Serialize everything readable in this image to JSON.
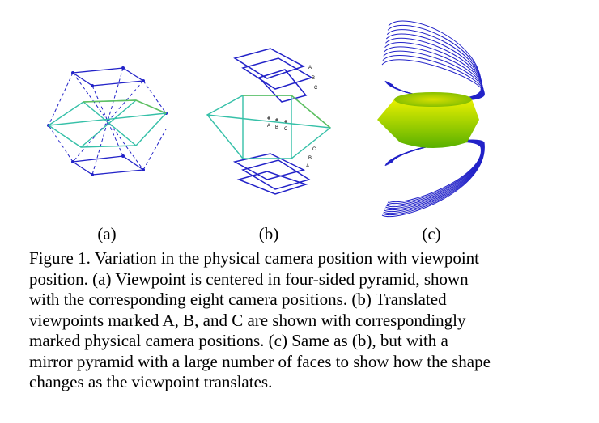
{
  "figure": {
    "panels": [
      {
        "label": "(a)"
      },
      {
        "label": "(b)",
        "markers": {
          "top": [
            "A",
            "B",
            "C"
          ],
          "center": [
            "A",
            "B",
            "C"
          ],
          "bottom": [
            "C",
            "B",
            "A"
          ]
        }
      },
      {
        "label": "(c)"
      }
    ],
    "caption": [
      "Figure 1. Variation in the physical camera position with viewpoint",
      "position. (a) Viewpoint is centered in four-sided pyramid, shown",
      "with the corresponding eight camera positions. (b) Translated",
      "viewpoints marked A, B, and C are shown with correspondingly",
      "marked physical camera positions. (c) Same as (b), but with a",
      "mirror pyramid with a large number of faces to show how the shape",
      "changes as the viewpoint translates."
    ]
  },
  "colors": {
    "camera_lines": "#2222c8",
    "pyramid_edges": "#36c0a8",
    "pyramid_top": "#60c060",
    "mirror_body_light": "#e8f000",
    "mirror_body_dark": "#58b000"
  }
}
